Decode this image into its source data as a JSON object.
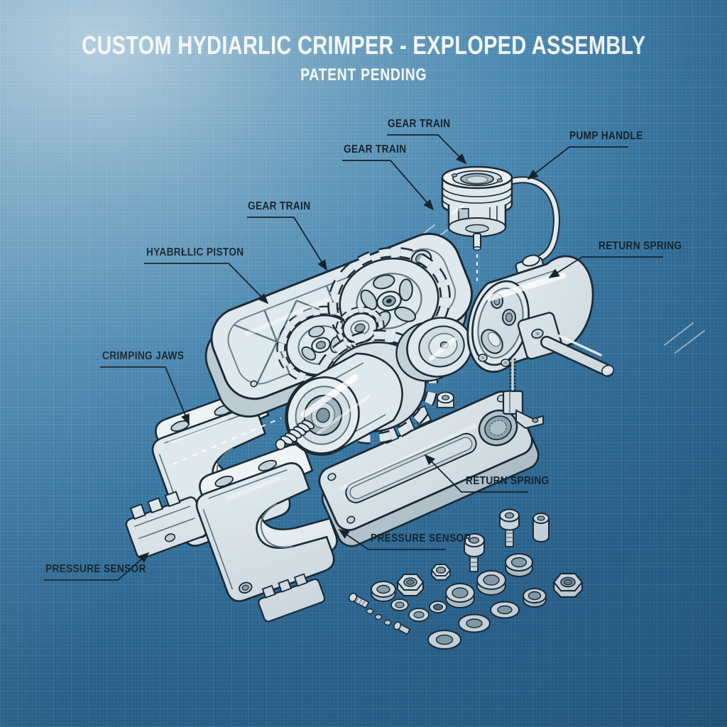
{
  "header": {
    "title": "CUSTOM HYDIARLIC CRIMPER - EXPLOPED ASSEMBLY",
    "subtitle": "PATENT PENDING"
  },
  "labels": [
    {
      "id": "gear-train-top",
      "text": "GEAR TRAIN"
    },
    {
      "id": "gear-train-left",
      "text": "GEAR TRAIN"
    },
    {
      "id": "pump-handle",
      "text": "PUMP HANDLE"
    },
    {
      "id": "gear-train-mid",
      "text": "GEAR TRAIN"
    },
    {
      "id": "hydraulic-piston",
      "text": "HYABRŁLIC PISTON"
    },
    {
      "id": "return-spring-top",
      "text": "RETURN SPRING"
    },
    {
      "id": "crimping-jaws",
      "text": "CRIMPING JAWS"
    },
    {
      "id": "return-spring-mid",
      "text": "RETURN SPRING"
    },
    {
      "id": "pressure-sensor-mid",
      "text": "PRESSURE SENSOR"
    },
    {
      "id": "pressure-sensor-left",
      "text": "PRESSURE SENSOR"
    }
  ],
  "colors": {
    "background_blue": "#3f7fa9",
    "background_light": "#a9c7db",
    "line_dark": "#1b2b36",
    "part_fill": "#dfe8ec",
    "part_shadow": "#c2d0d7",
    "label_text": "#15232d",
    "title_text": "#f3f7f9",
    "highlight_white": "#ffffff"
  }
}
